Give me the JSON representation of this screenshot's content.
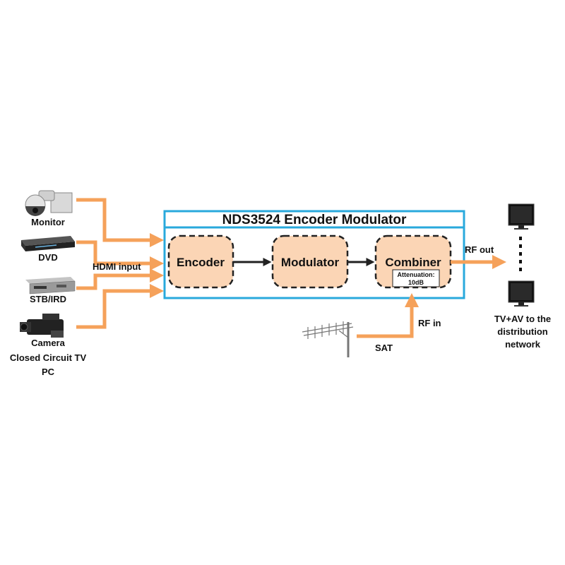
{
  "title": "NDS3524 Encoder Modulator",
  "sources": {
    "monitor": "Monitor",
    "dvd": "DVD",
    "stb": "STB/IRD",
    "camera": "Camera",
    "cctv": "Closed Circuit TV",
    "pc": "PC"
  },
  "hdmi_label": "HDMI input",
  "blocks": {
    "encoder": "Encoder",
    "modulator": "Modulator",
    "combiner": "Combiner"
  },
  "attenuation": {
    "label": "Attenuation:",
    "value": "10dB"
  },
  "rf_out": "RF out",
  "rf_in": "RF in",
  "sat": "SAT",
  "output": {
    "line1": "TV+AV to the",
    "line2": "distribution",
    "line3": "network"
  },
  "colors": {
    "arrow": "#f5a15a",
    "block_fill": "#fbd5b5",
    "box_border": "#29a9dc"
  },
  "icons": [
    "ptz-camera-icon",
    "dvd-player-icon",
    "stb-receiver-icon",
    "camcorder-icon",
    "antenna-icon",
    "tv-icon"
  ]
}
